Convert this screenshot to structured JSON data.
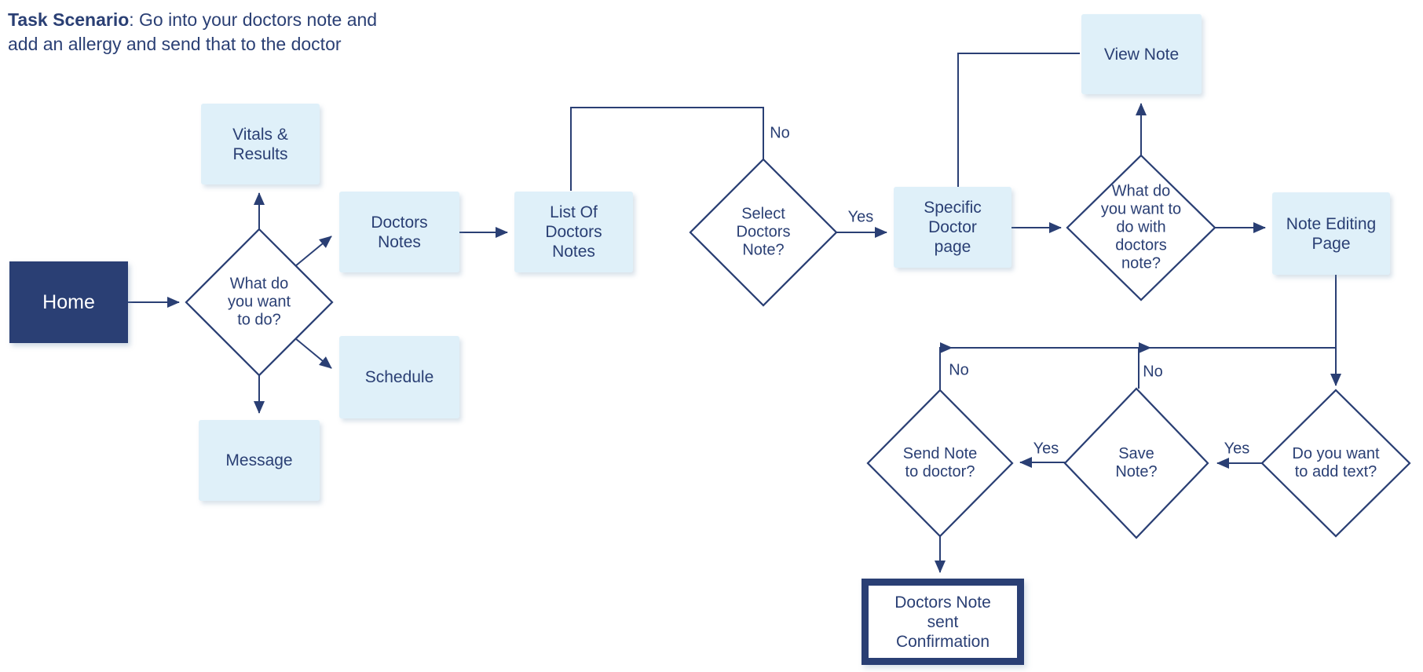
{
  "title": {
    "label": "Task Scenario",
    "text": ": Go into your doctors note and\nadd an allergy and send that to the doctor"
  },
  "colors": {
    "navy": "#2A3F74",
    "light_blue": "#DFF0F9",
    "background": "#FFFFFF",
    "white_text": "#FFFFFF"
  },
  "nodes": {
    "home": "Home",
    "vitals": "Vitals &\nResults",
    "doctors_notes": "Doctors\nNotes",
    "schedule": "Schedule",
    "message": "Message",
    "list_of_notes": "List Of\nDoctors\nNotes",
    "specific_doctor": "Specific\nDoctor\npage",
    "view_note": "View Note",
    "note_editing": "Note Editing\nPage",
    "confirmation": "Doctors Note\nsent\nConfirmation"
  },
  "decisions": {
    "what_to_do": "What do\nyou want\nto do?",
    "select_note": "Select\nDoctors\nNote?",
    "what_with_note": "What do\nyou want to\ndo with\ndoctors\nnote?",
    "send_note": "Send Note\nto doctor?",
    "save_note": "Save\nNote?",
    "add_text": "Do you want\nto add text?"
  },
  "labels": {
    "no_select": "No",
    "yes_select": "Yes",
    "no_send": "No",
    "no_save": "No",
    "yes_save_to_send": "Yes",
    "yes_addtext_to_save": "Yes"
  }
}
